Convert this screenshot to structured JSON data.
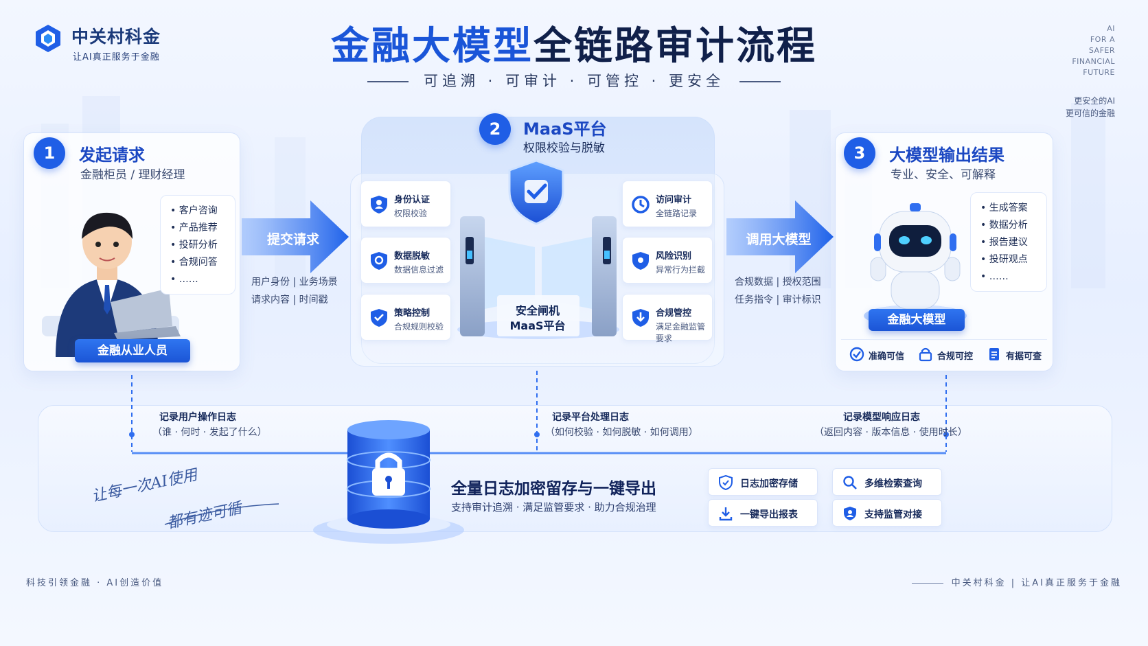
{
  "brand": {
    "name": "中关村科金",
    "slogan": "让AI真正服务于金融"
  },
  "header": {
    "title_part1": "金融大模型",
    "title_part2": "全链路审计流程",
    "subtitle": "可追溯 · 可审计 · 可管控 · 更安全"
  },
  "corner": {
    "en": [
      "AI",
      "FOR A",
      "SAFER",
      "FINANCIAL",
      "FUTURE"
    ],
    "cn": [
      "更安全的AI",
      "更可信的金融"
    ]
  },
  "step1": {
    "num": "1",
    "title": "发起请求",
    "subtitle": "金融柜员 / 理财经理",
    "items": [
      "客户咨询",
      "产品推荐",
      "投研分析",
      "合规问答",
      "……"
    ],
    "badge": "金融从业人员"
  },
  "arrow1": {
    "label": "提交请求",
    "notes": [
      "用户身份 | 业务场景",
      "请求内容 | 时间戳"
    ]
  },
  "step2": {
    "num": "2",
    "title": "MaaS平台",
    "subtitle": "权限校验与脱敏",
    "gate_label": [
      "安全闸机",
      "MaaS平台"
    ],
    "left": [
      {
        "title": "身份认证",
        "desc": "权限校验",
        "icon": "user-shield-icon"
      },
      {
        "title": "数据脱敏",
        "desc": "数据信息过滤",
        "icon": "mask-shield-icon"
      },
      {
        "title": "策略控制",
        "desc": "合规规则校验",
        "icon": "policy-shield-icon"
      }
    ],
    "right": [
      {
        "title": "访问审计",
        "desc": "全链路记录",
        "icon": "audit-clock-icon"
      },
      {
        "title": "风险识别",
        "desc": "异常行为拦截",
        "icon": "risk-shield-icon"
      },
      {
        "title": "合规管控",
        "desc": "满足金融监管要求",
        "icon": "compliance-icon"
      }
    ]
  },
  "arrow2": {
    "label": "调用大模型",
    "notes": [
      "合规数据 | 授权范围",
      "任务指令 | 审计标识"
    ]
  },
  "step3": {
    "num": "3",
    "title": "大模型输出结果",
    "subtitle": "专业、安全、可解释",
    "items": [
      "生成答案",
      "数据分析",
      "报告建议",
      "投研观点",
      "……"
    ],
    "badge": "金融大模型",
    "tags": [
      "准确可信",
      "合规可控",
      "有据可查"
    ]
  },
  "logs": [
    {
      "title": "记录用户操作日志",
      "desc": "（谁 · 何时 · 发起了什么）"
    },
    {
      "title": "记录平台处理日志",
      "desc": "（如何校验 · 如何脱敏 · 如何调用）"
    },
    {
      "title": "记录模型响应日志",
      "desc": "（返回内容 · 版本信息 · 使用时长）"
    }
  ],
  "storage": {
    "title": "全量日志加密留存与一键导出",
    "subtitle": "支持审计追溯 · 满足监管要求 · 助力合规治理",
    "buttons": [
      "日志加密存储",
      "多维检索查询",
      "一键导出报表",
      "支持监管对接"
    ],
    "handwriting": [
      "让每一次AI使用",
      "都有迹可循"
    ]
  },
  "footer": {
    "left": "科技引领金融 · AI创造价值",
    "right": "中关村科金 | 让AI真正服务于金融"
  },
  "colors": {
    "primary": "#1f5ee6",
    "title_blue": "#1a55d8",
    "dark": "#10204a"
  }
}
